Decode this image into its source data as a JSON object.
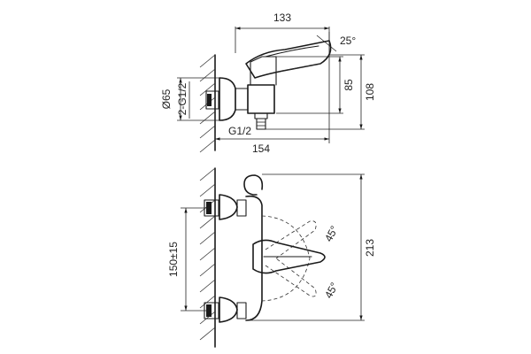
{
  "side_view": {
    "width_overall": "133",
    "handle_angle": "25°",
    "height_spout": "85",
    "height_overall": "108",
    "flange_diameter": "Ø65",
    "inlet_thread": "2-G1/2",
    "outlet_thread": "G1/2",
    "depth": "154"
  },
  "front_view": {
    "height_overall": "213",
    "handle_angle_top": "45°",
    "handle_angle_bottom": "45°",
    "center_distance": "150±15"
  }
}
